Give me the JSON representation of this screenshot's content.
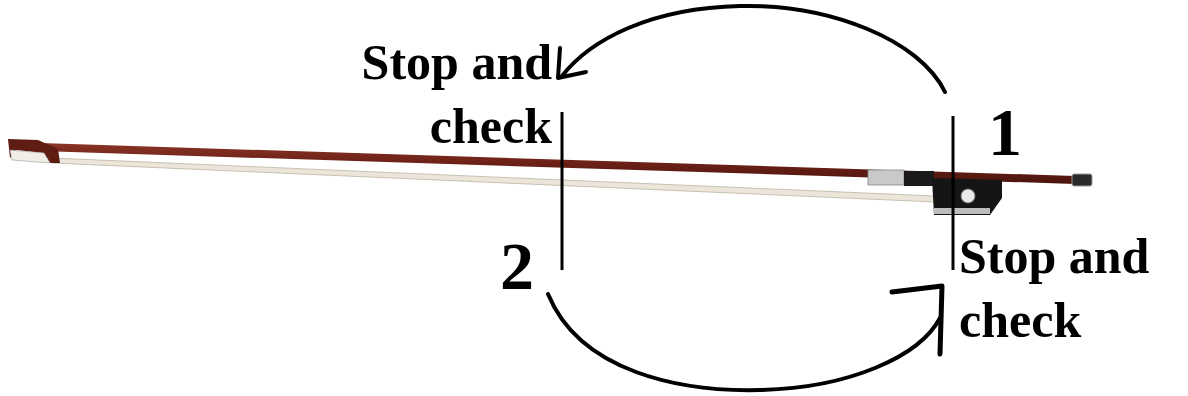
{
  "diagram": {
    "labels": [
      "Stop and check",
      "1",
      "2",
      "Stop and check"
    ]
  }
}
